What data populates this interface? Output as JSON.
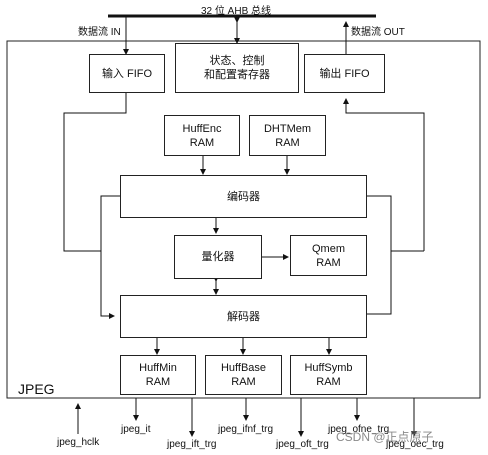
{
  "bus": {
    "label": "32 位 AHB 总线"
  },
  "flows": {
    "in": "数据流 IN",
    "out": "数据流 OUT"
  },
  "module": {
    "name": "JPEG"
  },
  "blocks": {
    "input_fifo": "输入 FIFO",
    "status_regs": [
      "状态、控制",
      "和配置寄存器"
    ],
    "output_fifo": "输出 FIFO",
    "huffenc_ram": [
      "HuffEnc",
      "RAM"
    ],
    "dhtmem_ram": [
      "DHTMem",
      "RAM"
    ],
    "encoder": "编码器",
    "quantizer": "量化器",
    "qmem_ram": [
      "Qmem",
      "RAM"
    ],
    "decoder": "解码器",
    "huffmin_ram": [
      "HuffMin",
      "RAM"
    ],
    "huffbase_ram": [
      "HuffBase",
      "RAM"
    ],
    "huffsymb_ram": [
      "HuffSymb",
      "RAM"
    ]
  },
  "signals": {
    "hclk": "jpeg_hclk",
    "it": "jpeg_it",
    "ift_trg": "jpeg_ift_trg",
    "ifnf_trg": "jpeg_ifnf_trg",
    "oft_trg": "jpeg_oft_trg",
    "ofne_trg": "jpeg_ofne_trg",
    "oec_trg": "jpeg_oec_trg"
  },
  "watermark": "CSDN @正点原子"
}
